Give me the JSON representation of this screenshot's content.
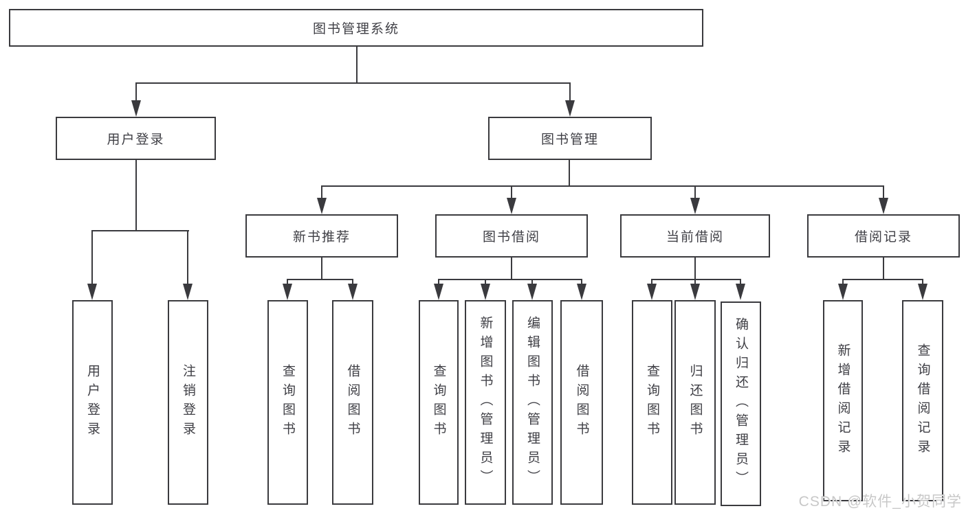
{
  "nodes": {
    "root": "图书管理系统",
    "user_login": "用户登录",
    "book_mgmt": "图书管理",
    "new_book_rec": "新书推荐",
    "book_borrow": "图书借阅",
    "current_borrow": "当前借阅",
    "borrow_records": "借阅记录",
    "leaf_user_login": "用户登录",
    "leaf_logout": "注销登录",
    "leaf_query_book_1": "查询图书",
    "leaf_borrow_book_1": "借阅图书",
    "leaf_query_book_2": "查询图书",
    "leaf_add_book": "新增图书（管理员）",
    "leaf_edit_book": "编辑图书（管理员）",
    "leaf_borrow_book_2": "借阅图书",
    "leaf_query_book_3": "查询图书",
    "leaf_return_book": "归还图书",
    "leaf_confirm_return": "确认归还（管理员）",
    "leaf_add_record": "新增借阅记录",
    "leaf_query_record": "查询借阅记录"
  },
  "watermark": "CSDN @软件_小贺同学",
  "colors": {
    "line": "#3a3a3e",
    "text": "#3f3f45",
    "watermark": "#c8c8c8"
  }
}
